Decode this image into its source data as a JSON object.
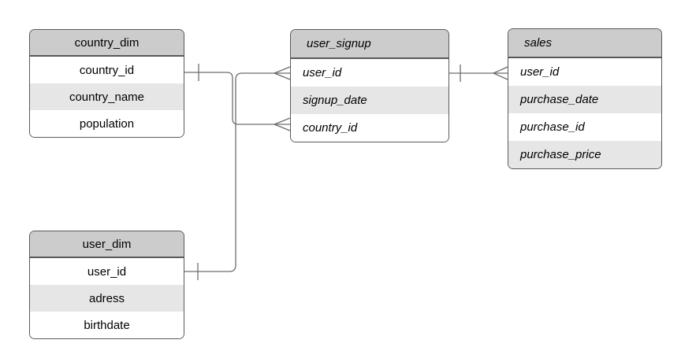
{
  "diagram": {
    "type": "entity-relationship-diagram",
    "colors": {
      "header_fill": "#cccccc",
      "row_fill": "#ffffff",
      "row_alt_fill": "#e6e6e6",
      "table_border": "#595959",
      "edge_stroke": "#6e6e6e",
      "text": "#000000"
    },
    "tables": [
      {
        "name": "country_dim",
        "title": "country_dim",
        "text_style": "centered-upright",
        "rows": [
          "country_id",
          "country_name",
          "population"
        ]
      },
      {
        "name": "user_dim",
        "title": "user_dim",
        "text_style": "centered-upright",
        "rows": [
          "user_id",
          "adress",
          "birthdate"
        ]
      },
      {
        "name": "user_signup",
        "title": "user_signup",
        "text_style": "left-italic",
        "rows": [
          "user_id",
          "signup_date",
          "country_id"
        ]
      },
      {
        "name": "sales",
        "title": "sales",
        "text_style": "left-italic",
        "rows": [
          "user_id",
          "purchase_date",
          "purchase_id",
          "purchase_price"
        ]
      }
    ],
    "relationships": [
      {
        "from_table": "country_dim",
        "from_column": "country_id",
        "from_cardinality": "one",
        "to_table": "user_signup",
        "to_column": "country_id",
        "to_cardinality": "many"
      },
      {
        "from_table": "user_dim",
        "from_column": "user_id",
        "from_cardinality": "one",
        "to_table": "user_signup",
        "to_column": "user_id",
        "to_cardinality": "many"
      },
      {
        "from_table": "user_signup",
        "from_column": "user_id",
        "from_cardinality": "one",
        "to_table": "sales",
        "to_column": "user_id",
        "to_cardinality": "many"
      }
    ]
  }
}
